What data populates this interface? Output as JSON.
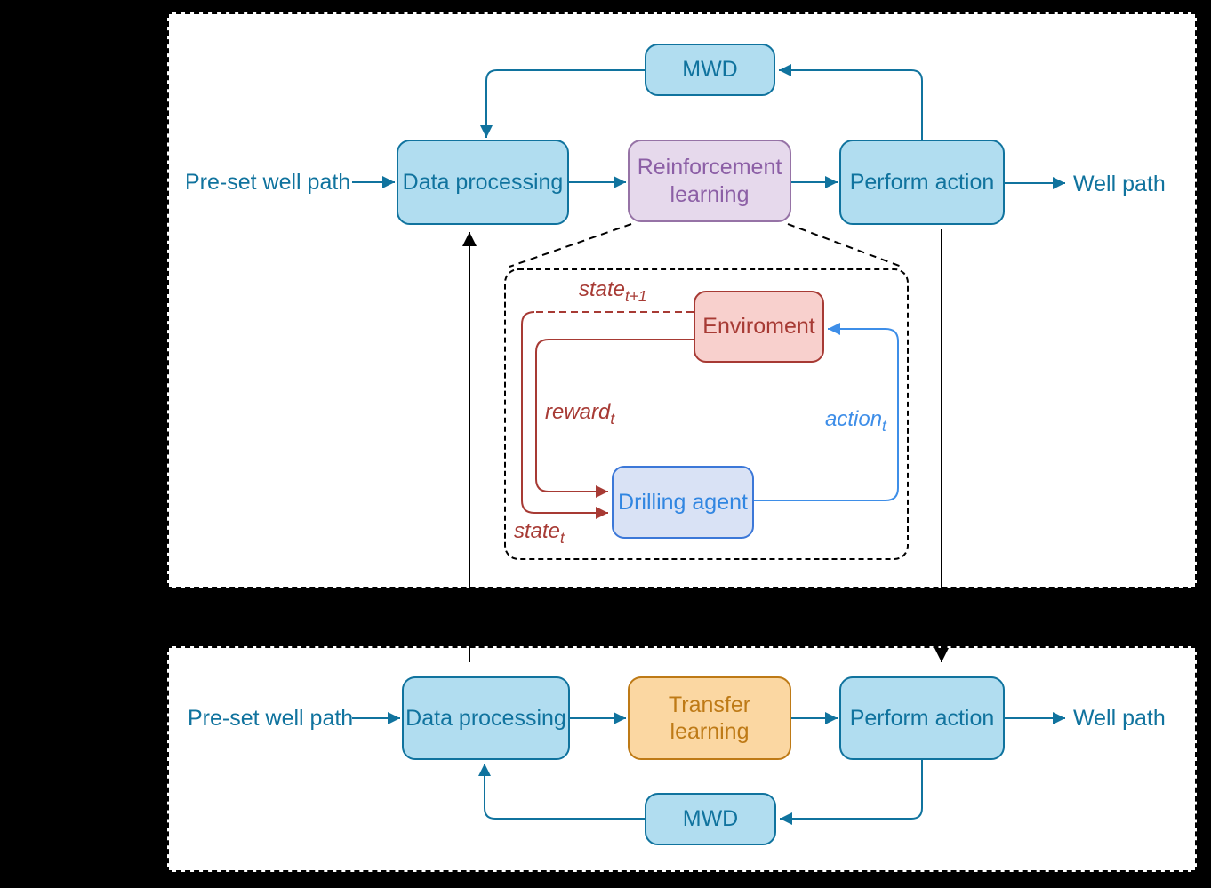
{
  "colors": {
    "background": "#000000",
    "panel_background": "#FFFFFF",
    "panel_border": "#000000",
    "flow_arrow": "#10739E",
    "blue_box_fill": "#B1DDF0",
    "blue_box_stroke": "#10739E",
    "purple_box_fill": "#E6D9EC",
    "purple_box_stroke": "#9673A6",
    "orange_box_fill": "#FBD7A2",
    "orange_box_stroke": "#BE7A16",
    "environment_fill": "#F8D0CD",
    "environment_stroke": "#A73A34",
    "agent_fill": "#D9E2F5",
    "agent_stroke": "#3C78D8",
    "state_reward_arrow": "#A73A34",
    "action_arrow": "#3E8EE8",
    "transfer_arrow": "#000000"
  },
  "top_panel": {
    "input_label": "Pre-set well path",
    "output_label": "Well path",
    "nodes": {
      "mwd": "MWD",
      "data_processing": "Data processing",
      "reinforcement_learning": "Reinforcement learning",
      "perform_action": "Perform action"
    }
  },
  "rl_detail": {
    "environment": "Enviroment",
    "drilling_agent": "Drilling agent",
    "labels": {
      "state_next": {
        "base": "state",
        "sub": "t+1"
      },
      "reward": {
        "base": "reward",
        "sub": "t"
      },
      "action": {
        "base": "action",
        "sub": "t"
      },
      "state": {
        "base": "state",
        "sub": "t"
      }
    }
  },
  "bottom_panel": {
    "input_label": "Pre-set well path",
    "output_label": "Well path",
    "nodes": {
      "data_processing": "Data processing",
      "transfer_learning": "Transfer learning",
      "perform_action": "Perform action",
      "mwd": "MWD"
    }
  }
}
